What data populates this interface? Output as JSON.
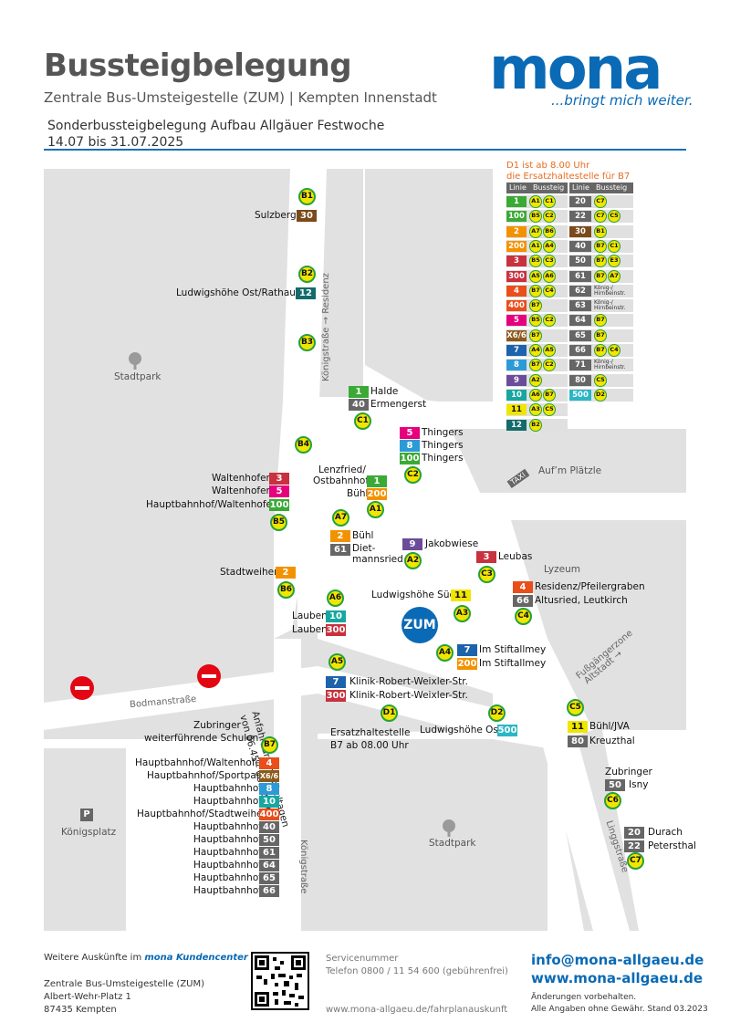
{
  "header": {
    "title": "Bussteigbelegung",
    "subtitle": "Zentrale Bus-Umsteigestelle (ZUM) | Kempten Innenstadt",
    "special_line1": "Sonderbussteigbelegung Aufbau Allgäuer Festwoche",
    "special_line2": "14.07 bis 31.07.2025",
    "logo": "mona",
    "slogan": "...bringt mich weiter."
  },
  "colors": {
    "accent": "#0a6ab5",
    "stop_fill": "#f1e600",
    "stop_border": "#27a13a",
    "street": "#e1e1e1",
    "notice": "#e96b1e"
  },
  "map": {
    "places": [
      {
        "id": "stadtpark1",
        "text": "Stadtpark"
      },
      {
        "id": "stadtpark2",
        "text": "Stadtpark"
      },
      {
        "id": "lyzeum",
        "text": "Lyzeum"
      },
      {
        "id": "aufm",
        "text": "Auf’m Plätzle"
      },
      {
        "id": "koenigsplatz",
        "text": "Königsplatz"
      },
      {
        "id": "taxi",
        "text": "TAXI"
      },
      {
        "id": "parking",
        "text": "P"
      }
    ],
    "streets": {
      "koenig_res": "Königstraße → Residenz",
      "bodman": "Bodmanstraße",
      "koenig_s": "Königstraße",
      "lindau": "Linggstraße",
      "fuss1": "Fußgängerzone",
      "fuss2": "Altstadt →",
      "schultage1": "Anfahrbar an Schultagen",
      "schultage2": "von 06.45 - 08.00 Uhr"
    },
    "zum": "ZUM",
    "stops": [
      "B1",
      "B2",
      "B3",
      "B4",
      "B5",
      "B6",
      "B7",
      "C1",
      "C2",
      "C3",
      "C4",
      "C5",
      "C6",
      "C7",
      "A1",
      "A2",
      "A3",
      "A4",
      "A5",
      "A6",
      "A7",
      "D1",
      "D2"
    ],
    "labels": {
      "sulzberg": "Sulzberg",
      "ludwigshoehe_ost_rathaus": "Ludwigshöhe Ost/Rathaus",
      "halde": "Halde",
      "ermengerst": "Ermengerst",
      "thingers1": "Thingers",
      "thingers2": "Thingers",
      "thingers3": "Thingers",
      "lenzfried": "Lenzfried/",
      "ostbahnhof": "Ostbahnhof",
      "buehl1": "Bühl",
      "waltenhofen1": "Waltenhofen",
      "waltenhofen2": "Waltenhofen",
      "hbf_walt": "Hauptbahnhof/Waltenhofen",
      "buehl2": "Bühl",
      "diet1": "Diet-",
      "diet2": "mannsried",
      "jakobwiese": "Jakobwiese",
      "leubas": "Leubas",
      "stadtweiher": "Stadtweiher",
      "residenz": "Residenz/Pfeilergraben",
      "altusried": "Altusried, Leutkirch",
      "ludwigshoehe_sued": "Ludwigshöhe Süd",
      "lauben1": "Lauben",
      "lauben2": "Lauben",
      "stiftallmey1": "Im Stiftallmey",
      "stiftallmey2": "Im Stiftallmey",
      "klinik1": "Klinik-Robert-Weixler-Str.",
      "klinik2": "Klinik-Robert-Weixler-Str.",
      "zubringer_l1": "Zubringer",
      "zubringer_l2": "weiterführende Schulen",
      "ersatz1": "Ersatzhaltestelle",
      "ersatz2": "B7 ab 08.00 Uhr",
      "ludwigshoehe_ost": "Ludwigshöhe Ost",
      "buehl_jva": "Bühl/JVA",
      "kreuzthal": "Kreuzthal",
      "zubringer_r": "Zubringer",
      "isny": "Isny",
      "durach": "Durach",
      "petersthal": "Petersthal",
      "b7_1": "Hauptbahnhof/Waltenhofen",
      "b7_2": "Hauptbahnhof/Sportpark",
      "b7_3": "Hauptbahnhof",
      "b7_4": "Hauptbahnhof",
      "b7_5": "Hauptbahnhof/Stadtweiher",
      "b7_6": "Hauptbahnhof",
      "b7_7": "Hauptbahnhof",
      "b7_8": "Hauptbahnhof",
      "b7_9": "Hauptbahnhof",
      "b7_10": "Hauptbahnhof",
      "b7_11": "Hauptbahnhof"
    },
    "lines": {
      "l30": "30",
      "l12": "12",
      "l1a": "1",
      "l40a": "40",
      "l5a": "5",
      "l8a": "8",
      "l100a": "100",
      "l1b": "1",
      "l200a": "200",
      "l3a": "3",
      "l5b": "5",
      "l100b": "100",
      "l2a": "2",
      "l61a": "61",
      "l9a": "9",
      "l3b": "3",
      "l2b": "2",
      "l4a": "4",
      "l66a": "66",
      "l11a": "11",
      "l10a": "10",
      "l300a": "300",
      "l7a": "7",
      "l200b": "200",
      "l7b": "7",
      "l300b": "300",
      "l500": "500",
      "l11b": "11",
      "l80": "80",
      "l50a": "50",
      "l20": "20",
      "l22": "22",
      "b7_4": "4",
      "b7_x6": "X6/6",
      "b7_8": "8",
      "b7_10": "10",
      "b7_400": "400",
      "b7_40": "40",
      "b7_50": "50",
      "b7_61": "61",
      "b7_64": "64",
      "b7_65": "65",
      "b7_66": "66"
    }
  },
  "legend": {
    "note1": "D1 ist ab 8.00 Uhr",
    "note2": "die Ersatzhaltestelle für B7",
    "col_linie": "Linie",
    "col_bussteig": "Bussteig",
    "left": [
      {
        "line": "1",
        "color": "#3aaa35",
        "stops": [
          "A1",
          "C1"
        ]
      },
      {
        "line": "100",
        "color": "#3aaa35",
        "stops": [
          "B5",
          "C2"
        ]
      },
      {
        "line": "2",
        "color": "#f39200",
        "stops": [
          "A7",
          "B6"
        ]
      },
      {
        "line": "200",
        "color": "#f39200",
        "stops": [
          "A1",
          "A4"
        ]
      },
      {
        "line": "3",
        "color": "#c8313e",
        "stops": [
          "B5",
          "C3"
        ]
      },
      {
        "line": "300",
        "color": "#c8313e",
        "stops": [
          "A5",
          "A6"
        ]
      },
      {
        "line": "4",
        "color": "#e94e1b",
        "stops": [
          "B7",
          "C4"
        ]
      },
      {
        "line": "400",
        "color": "#e94e1b",
        "stops": [
          "B7"
        ]
      },
      {
        "line": "5",
        "color": "#e6007e",
        "stops": [
          "B5",
          "C2"
        ]
      },
      {
        "line": "X6/6",
        "color": "#8b5a1b",
        "stops": [
          "B7"
        ]
      },
      {
        "line": "7",
        "color": "#1d62ac",
        "stops": [
          "A4",
          "A5"
        ]
      },
      {
        "line": "8",
        "color": "#2d9ad8",
        "stops": [
          "B7",
          "C2"
        ]
      },
      {
        "line": "9",
        "color": "#6b4c9a",
        "stops": [
          "A2"
        ]
      },
      {
        "line": "10",
        "color": "#16a7a0",
        "stops": [
          "A6",
          "B7"
        ]
      },
      {
        "line": "11",
        "color": "#f1e600",
        "stops": [
          "A3",
          "C5"
        ]
      },
      {
        "line": "12",
        "color": "#156b6b",
        "stops": [
          "B2"
        ]
      }
    ],
    "right": [
      {
        "line": "20",
        "color": "#666666",
        "stops": [
          "C7"
        ],
        "text": ""
      },
      {
        "line": "22",
        "color": "#666666",
        "stops": [
          "C7",
          "C5"
        ],
        "text": ""
      },
      {
        "line": "30",
        "color": "#7a4a1a",
        "stops": [
          "B1"
        ],
        "text": ""
      },
      {
        "line": "40",
        "color": "#666666",
        "stops": [
          "B7",
          "C1"
        ],
        "text": ""
      },
      {
        "line": "50",
        "color": "#666666",
        "stops": [
          "B7",
          "E3"
        ],
        "text": ""
      },
      {
        "line": "61",
        "color": "#666666",
        "stops": [
          "B7",
          "A7"
        ],
        "text": ""
      },
      {
        "line": "62",
        "color": "#666666",
        "stops": [],
        "text": "König-/ Hirnbeinstr."
      },
      {
        "line": "63",
        "color": "#666666",
        "stops": [],
        "text": "König-/ Hirnbeinstr."
      },
      {
        "line": "64",
        "color": "#666666",
        "stops": [
          "B7"
        ],
        "text": ""
      },
      {
        "line": "65",
        "color": "#666666",
        "stops": [
          "B7"
        ],
        "text": ""
      },
      {
        "line": "66",
        "color": "#666666",
        "stops": [
          "B7",
          "C4"
        ],
        "text": ""
      },
      {
        "line": "71",
        "color": "#666666",
        "stops": [],
        "text": "König-/ Hirnbeinstr."
      },
      {
        "line": "80",
        "color": "#666666",
        "stops": [
          "C5"
        ],
        "text": ""
      },
      {
        "line": "500",
        "color": "#2bb6c6",
        "stops": [
          "D2"
        ],
        "text": ""
      }
    ]
  },
  "footer": {
    "info_prefix": "Weitere Auskünfte im",
    "info_brand": "mona Kundencenter",
    "addr1": "Zentrale Bus-Umsteigestelle (ZUM)",
    "addr2": "Albert-Wehr-Platz 1",
    "addr3": "87435 Kempten",
    "service_label": "Servicenummer",
    "service_phone": "Telefon 0800 / 11 54 600 (gebührenfrei)",
    "url_fahrplan": "www.mona-allgaeu.de/fahrplanauskunft",
    "email": "info@mona-allgaeu.de",
    "web": "www.mona-allgaeu.de",
    "changes": "Änderungen vorbehalten.",
    "disclaimer": "Alle Angaben ohne Gewähr. Stand 03.2023"
  }
}
